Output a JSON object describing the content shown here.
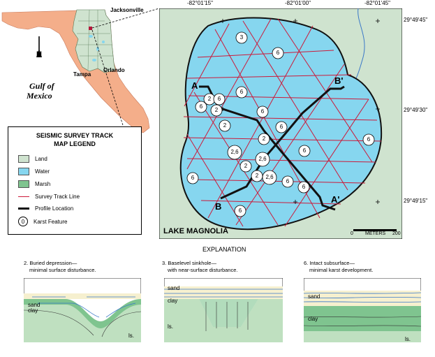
{
  "inset": {
    "cities": [
      "Jacksonville",
      "Orlando",
      "Tampa"
    ],
    "gulf_label_line1": "Gulf of",
    "gulf_label_line2": "Mexico",
    "north_label": "N"
  },
  "legend": {
    "title_line1": "SEISMIC SURVEY TRACK",
    "title_line2": "MAP LEGEND",
    "items": [
      {
        "label": "Land",
        "color": "#cfe3cf"
      },
      {
        "label": "Water",
        "color": "#86d6ef"
      },
      {
        "label": "Marsh",
        "color": "#7fc48f"
      },
      {
        "label": "Survey Track Line",
        "color": "#cc1a3a"
      },
      {
        "label": "Profile Location",
        "color": "#111111"
      },
      {
        "label": "Karst Feature",
        "symbol": "0"
      }
    ]
  },
  "map": {
    "top_coords": [
      "-82°01'15\"",
      "-82°01'00\"",
      "-82°01'45\""
    ],
    "right_coords": [
      "29°49'45\"",
      "29°49'30\"",
      "29°49'15\""
    ],
    "lake_name": "LAKE MAGNOLIA",
    "scale_zero": "0",
    "scale_units": "METERS",
    "scale_max": "200",
    "profile_labels": [
      "A",
      "B'",
      "B",
      "A'"
    ],
    "karst_features": [
      "3",
      "6",
      "6",
      "2",
      "6",
      "6",
      "2",
      "6",
      "6",
      "6",
      "2",
      "2",
      "6",
      "2,6",
      "2",
      "2,6",
      "2",
      "6",
      "2,6",
      "6",
      "6",
      "6"
    ]
  },
  "explanation": {
    "title": "EXPLANATION",
    "profiles": [
      {
        "caption_line1": "2. Buried depression—",
        "caption_line2": "minimal surface disturbance.",
        "labels": [
          "sand",
          "clay",
          "ls."
        ]
      },
      {
        "caption_line1": "3. Baselevel sinkhole—",
        "caption_line2": "with near-surface disturbance.",
        "labels": [
          "sand",
          "clay",
          "ls."
        ]
      },
      {
        "caption_line1": "6. Intact subsurface—",
        "caption_line2": "minimal karst development.",
        "labels": [
          "sand",
          "clay",
          "ls."
        ]
      }
    ]
  }
}
